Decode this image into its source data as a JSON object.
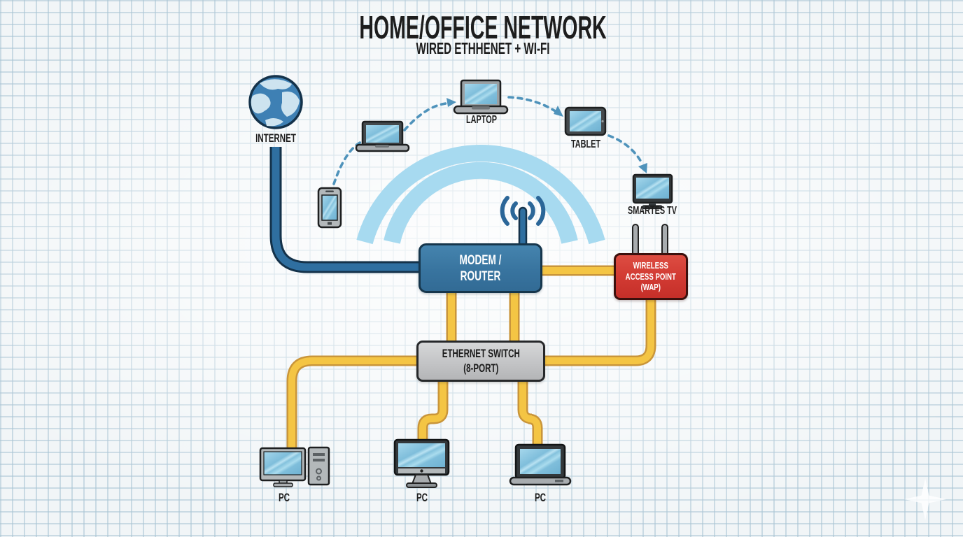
{
  "header": {
    "title": "HOME/OFFICE NETWORK",
    "subtitle": "WIRED ETHHENET + WI-FI"
  },
  "nodes": {
    "internet": {
      "label": "INTERNET"
    },
    "modem": {
      "label": "MODEM / ROUTER"
    },
    "wap": {
      "line1": "WIRELESS",
      "line2": "ACCESS POINT",
      "line3": "(WAP)"
    },
    "switch": {
      "line1": "ETHERNET SWITCH",
      "line2": "(8-PORT)"
    },
    "laptop": {
      "label": "LAPTOP"
    },
    "tablet": {
      "label": "TABLET"
    },
    "smart_tv": {
      "label": "SMARTES TV"
    },
    "pc1": {
      "label": "PC"
    },
    "pc2": {
      "label": "PC"
    },
    "pc3": {
      "label": "PC"
    }
  },
  "icons": [
    "globe-icon",
    "smartphone-icon",
    "small-laptop-icon",
    "laptop-icon",
    "tablet-icon",
    "smart-tv-icon",
    "antenna-icon",
    "wifi-waves-icon",
    "wap-antennas-icon",
    "desktop-pc-icon",
    "imac-pc-icon",
    "laptop-pc-icon",
    "sparkle-icon"
  ],
  "colors": {
    "paper": "#f1f5f7",
    "grid_line": "#a8c4d4",
    "text": "#1d1d1d",
    "modem_blue": "#38749f",
    "wap_red": "#d23b33",
    "switch_gray": "#c3c4c6",
    "cable_yellow": "#f4c544",
    "cable_yellow_edge": "#c9953a",
    "cable_blue": "#2f6fa0",
    "cable_blue_edge": "#14324a",
    "wifi_arc": "#a7daf0",
    "dashed_link": "#4f93bb",
    "screen_blue": "#8ec9e2"
  }
}
